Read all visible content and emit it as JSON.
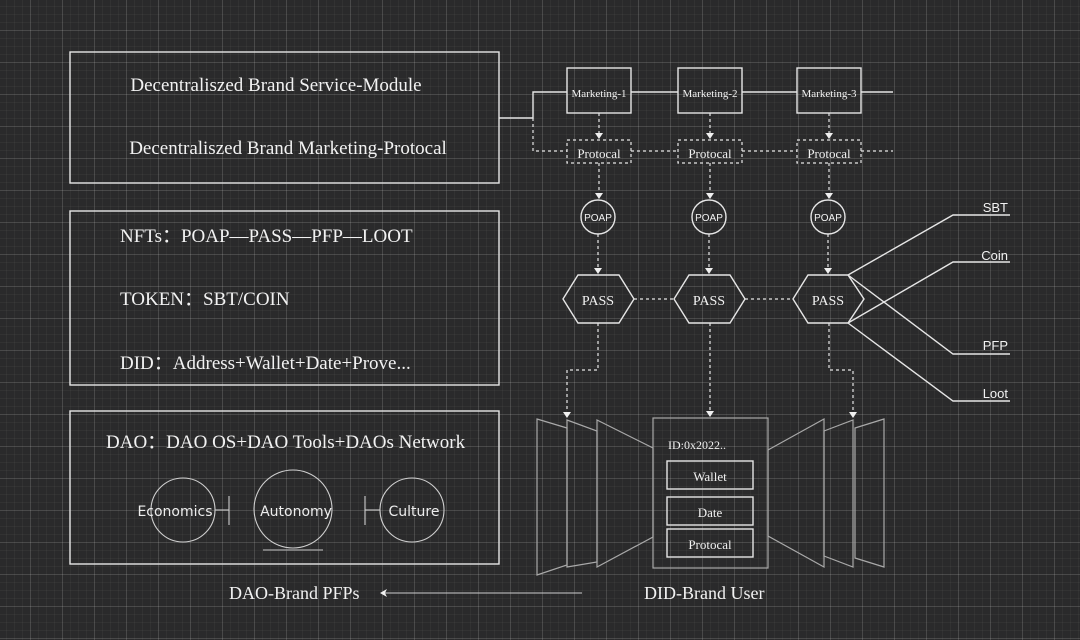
{
  "left_panel": {
    "module_box": {
      "line1": "Decentraliszed Brand Service-Module",
      "line2": "Decentraliszed Brand Marketing-Protocal"
    },
    "assets_box": {
      "nfts": "NFTs：POAP—PASS—PFP—LOOT",
      "token": "TOKEN：SBT/COIN",
      "did": "DID：Address+Wallet+Date+Prove..."
    },
    "dao_box": {
      "title": "DAO：DAO OS+DAO Tools+DAOs Network",
      "circles": [
        "Economics",
        "Autonomy",
        "Culture"
      ]
    }
  },
  "flow": {
    "marketing": [
      "Marketing-1",
      "Marketing-2",
      "Marketing-3"
    ],
    "protocol": [
      "Protocal",
      "Protocal",
      "Protocal"
    ],
    "poap": [
      "POAP",
      "POAP",
      "POAP"
    ],
    "pass": [
      "PASS",
      "PASS",
      "PASS"
    ],
    "outputs": [
      "SBT",
      "Coin",
      "PFP",
      "Loot"
    ]
  },
  "did_card": {
    "id": "ID:0x2022..",
    "fields": [
      "Wallet",
      "Date",
      "Protocal"
    ]
  },
  "bottom": {
    "left_label": "DAO-Brand PFPs",
    "right_label": "DID-Brand User"
  }
}
